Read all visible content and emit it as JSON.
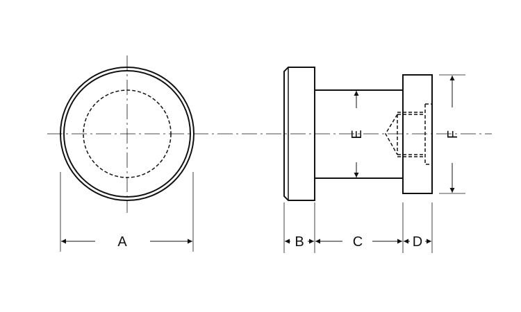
{
  "labels": {
    "a": "A",
    "b": "B",
    "c": "C",
    "d": "D",
    "e": "E",
    "f": "F"
  },
  "colors": {
    "line": "#111111",
    "background": "#ffffff"
  }
}
